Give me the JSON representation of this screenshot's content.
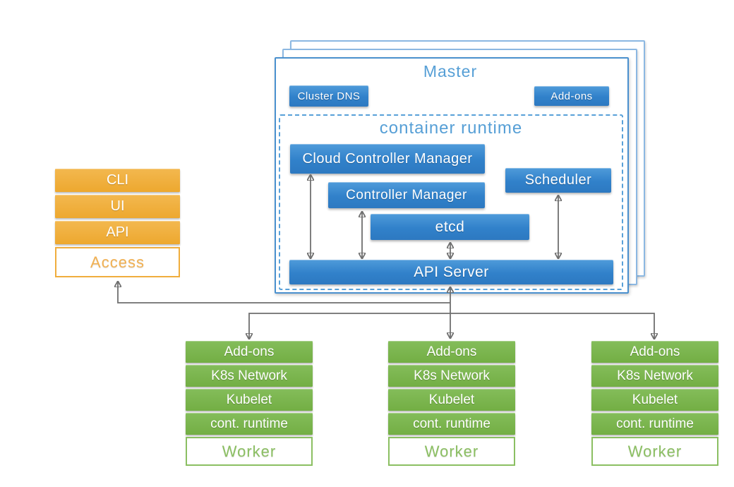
{
  "master": {
    "title": "Master",
    "cluster_dns_label": "Cluster DNS",
    "addons_label": "Add-ons",
    "container_runtime": {
      "title": "container runtime",
      "cloud_controller_manager": "Cloud Controller Manager",
      "controller_manager": "Controller Manager",
      "scheduler": "Scheduler",
      "etcd": "etcd",
      "api_server": "API Server"
    }
  },
  "access": {
    "items": [
      "CLI",
      "UI",
      "API"
    ],
    "label": "Access"
  },
  "worker": {
    "rows": [
      "Add-ons",
      "K8s Network",
      "Kubelet",
      "cont. runtime"
    ],
    "label": "Worker"
  },
  "colors": {
    "component_blue": "#3181ca",
    "heading_blue": "#569fd6",
    "access_orange": "#f0ad3d",
    "worker_green": "#7bb64d",
    "connector_gray": "#6f6f6f"
  }
}
